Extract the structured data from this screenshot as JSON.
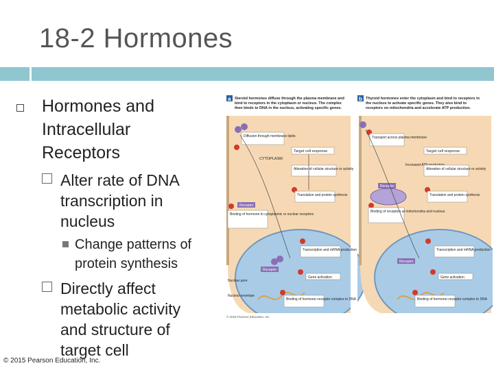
{
  "slide": {
    "title": "18-2 Hormones",
    "bullet1": "Hormones and Intracellular Receptors",
    "sub1": "Alter rate of DNA transcription in nucleus",
    "sub1_point": "Change patterns of protein synthesis",
    "sub2": "Directly affect metabolic activity and structure of target cell",
    "copyright": "© 2015 Pearson Education, Inc."
  },
  "figure": {
    "a": {
      "letter": "a",
      "caption1": "Steroid hormones diffuse through the plasma membrane and",
      "caption2": "bind to receptors in the cytoplasm or nucleus. The complex",
      "caption3": "then binds to DNA in the nucleus, activating specific genes.",
      "step1": "Diffusion through membrane lipids",
      "target": "Target cell response",
      "cytoplasm": "CYTOPLASM",
      "alteration": "Alteration of cellular structure or activity",
      "translation": "Translation and protein synthesis",
      "receptor": "Receptor",
      "binding": "Binding of hormone to cytoplasmic or nuclear receptors",
      "transcription": "Transcription and mRNA production",
      "gene": "Gene activation",
      "receptor2": "Receptor",
      "nuclear_pore": "Nuclear pore",
      "nuclear_env": "Nuclear envelope",
      "complex": "Binding of hormone–receptor complex to DNA",
      "credit": "© 2015 Pearson Education, Inc."
    },
    "b": {
      "letter": "b",
      "caption1": "Thyroid hormones enter the cytoplasm and bind to receptors in",
      "caption2": "the nucleus to activate specific genes. They also bind to",
      "caption3": "receptors on mitochondria and accelerate ATP production.",
      "step1": "Transport across plasma membrane",
      "target": "Target cell response",
      "atp": "Increased ATP production",
      "alteration": "Alteration of cellular structure or activity",
      "receptor": "Receptor",
      "translation": "Translation and protein synthesis",
      "mito": "Binding of receptors at mitochondria and nucleus",
      "transcription": "Transcription and mRNA production",
      "receptor2": "Receptor",
      "gene": "Gene activation",
      "complex": "Binding of hormone–receptor complex to DNA"
    },
    "colors": {
      "cell": "#f6d9b4",
      "nucleus": "#a9cbe6",
      "box": "#ffffff",
      "receptor": "#8a6fb5",
      "step": "#d33a2c"
    }
  }
}
